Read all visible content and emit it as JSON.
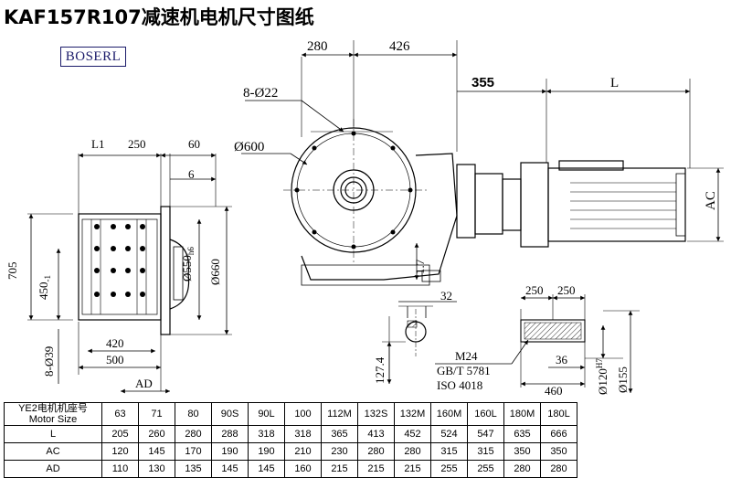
{
  "title": "KAF157R107减速机电机尺寸图纸",
  "brand": "BOSERL",
  "dims": {
    "d280": "280",
    "d426": "426",
    "d355": "355",
    "dL": "L",
    "hole": "8-Ø22",
    "pcd": "Ø600",
    "L1": "L1",
    "d250": "250",
    "d60": "60",
    "d6": "6",
    "d705": "705",
    "d450": "450",
    "d450_tol": "-1",
    "d550": "Ø550",
    "d550_tol": "h6",
    "d660": "Ø660",
    "d420": "420",
    "d500": "500",
    "foot": "8-Ø39",
    "AD": "AD",
    "AC": "AC",
    "d32": "32",
    "d1274": "127.4",
    "d17": "1.7",
    "s250a": "250",
    "s250b": "250",
    "m24": "M24",
    "gb": "GB/T 5781",
    "iso": "ISO 4018",
    "d36": "36",
    "d460": "460",
    "d120": "Ø120",
    "d120_tol": "H7",
    "d155": "Ø155"
  },
  "table": {
    "header_cn": "YE2电机机座号",
    "header_en": "Motor Size",
    "sizes": [
      "63",
      "71",
      "80",
      "90S",
      "90L",
      "100",
      "112M",
      "132S",
      "132M",
      "160M",
      "160L",
      "180M",
      "180L"
    ],
    "rows": [
      {
        "label": "L",
        "values": [
          "205",
          "260",
          "280",
          "288",
          "318",
          "318",
          "365",
          "413",
          "452",
          "524",
          "547",
          "635",
          "666"
        ]
      },
      {
        "label": "AC",
        "values": [
          "120",
          "145",
          "170",
          "190",
          "190",
          "210",
          "230",
          "280",
          "280",
          "315",
          "315",
          "350",
          "350"
        ]
      },
      {
        "label": "AD",
        "values": [
          "110",
          "130",
          "135",
          "145",
          "145",
          "160",
          "215",
          "215",
          "215",
          "255",
          "255",
          "280",
          "280"
        ]
      }
    ]
  }
}
